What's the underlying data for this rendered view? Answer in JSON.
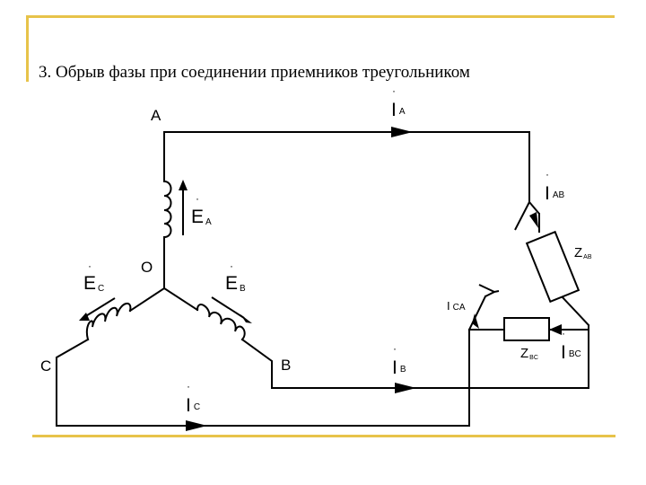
{
  "slide": {
    "title": "3. Обрыв фазы при соединении приемников треугольником"
  },
  "diagram": {
    "nodes": {
      "a": "A",
      "b": "B",
      "c": "C",
      "o": "O"
    },
    "emf": {
      "a": {
        "main": "E",
        "sub": "A"
      },
      "b": {
        "main": "E",
        "sub": "B"
      },
      "c": {
        "main": "E",
        "sub": "C"
      }
    },
    "currents": {
      "a": {
        "main": "I",
        "sub": "A"
      },
      "b": {
        "main": "I",
        "sub": "B"
      },
      "c": {
        "main": "I",
        "sub": "C"
      },
      "ab": {
        "main": "I",
        "sub": "AB"
      },
      "bc": {
        "main": "I",
        "sub": "BC"
      },
      "ca": {
        "main": "I",
        "sub": "CA"
      }
    },
    "impedances": {
      "ab": {
        "main": "Z",
        "sub": "AB"
      },
      "bc": {
        "main": "Z",
        "sub": "BC"
      }
    }
  },
  "colors": {
    "frame": "#e7c34a",
    "ink": "#000000"
  }
}
